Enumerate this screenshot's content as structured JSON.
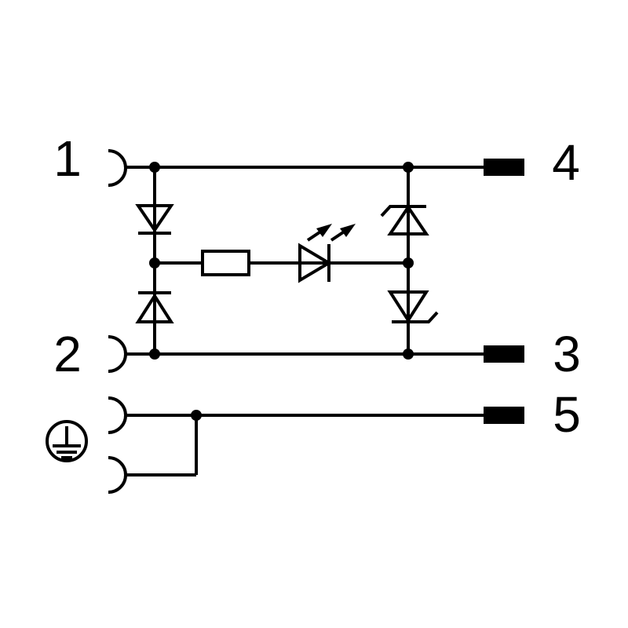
{
  "diagram": {
    "kind": "connector-wiring-schematic",
    "background_color": "#ffffff",
    "line_color": "#000000",
    "pin_labels": {
      "pin1": "1",
      "pin2": "2",
      "pin3": "3",
      "pin4": "4",
      "pin5": "5"
    },
    "icons": {
      "socket_contacts": "socket-contact-arc-icon",
      "terminals": "terminal-block-icon",
      "upper_left": "diode-icon",
      "lower_left": "diode-icon",
      "upper_right": "zener-diode-icon",
      "lower_right": "zener-diode-icon",
      "middle_left": "resistor-icon",
      "middle_right": "led-icon",
      "bottom_left": "protective-earth-icon"
    }
  }
}
